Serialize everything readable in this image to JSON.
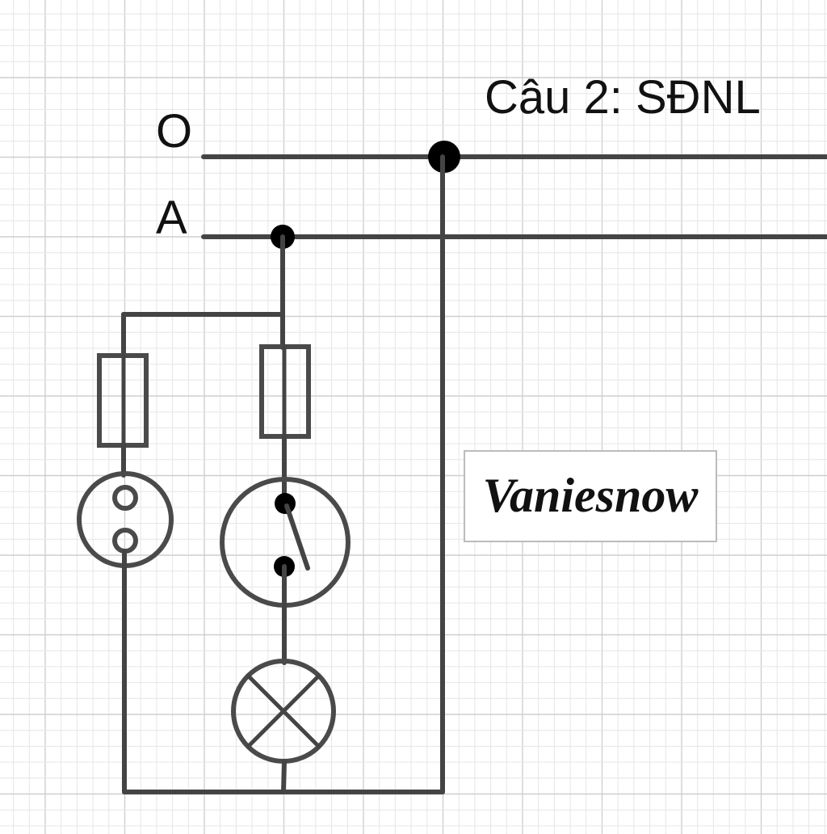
{
  "title": "Câu 2: SĐNL",
  "lines": {
    "neutral_label": "O",
    "phase_label": "A"
  },
  "watermark": "Vaniesnow",
  "colors": {
    "wire": "#444444",
    "junction": "#000000",
    "grid_major": "#cfcfcf",
    "grid_minor": "#e6e6e6"
  },
  "components": [
    {
      "name": "fuse-socket-branch"
    },
    {
      "name": "fuse-lamp-branch"
    },
    {
      "name": "socket"
    },
    {
      "name": "switch"
    },
    {
      "name": "lamp"
    }
  ]
}
